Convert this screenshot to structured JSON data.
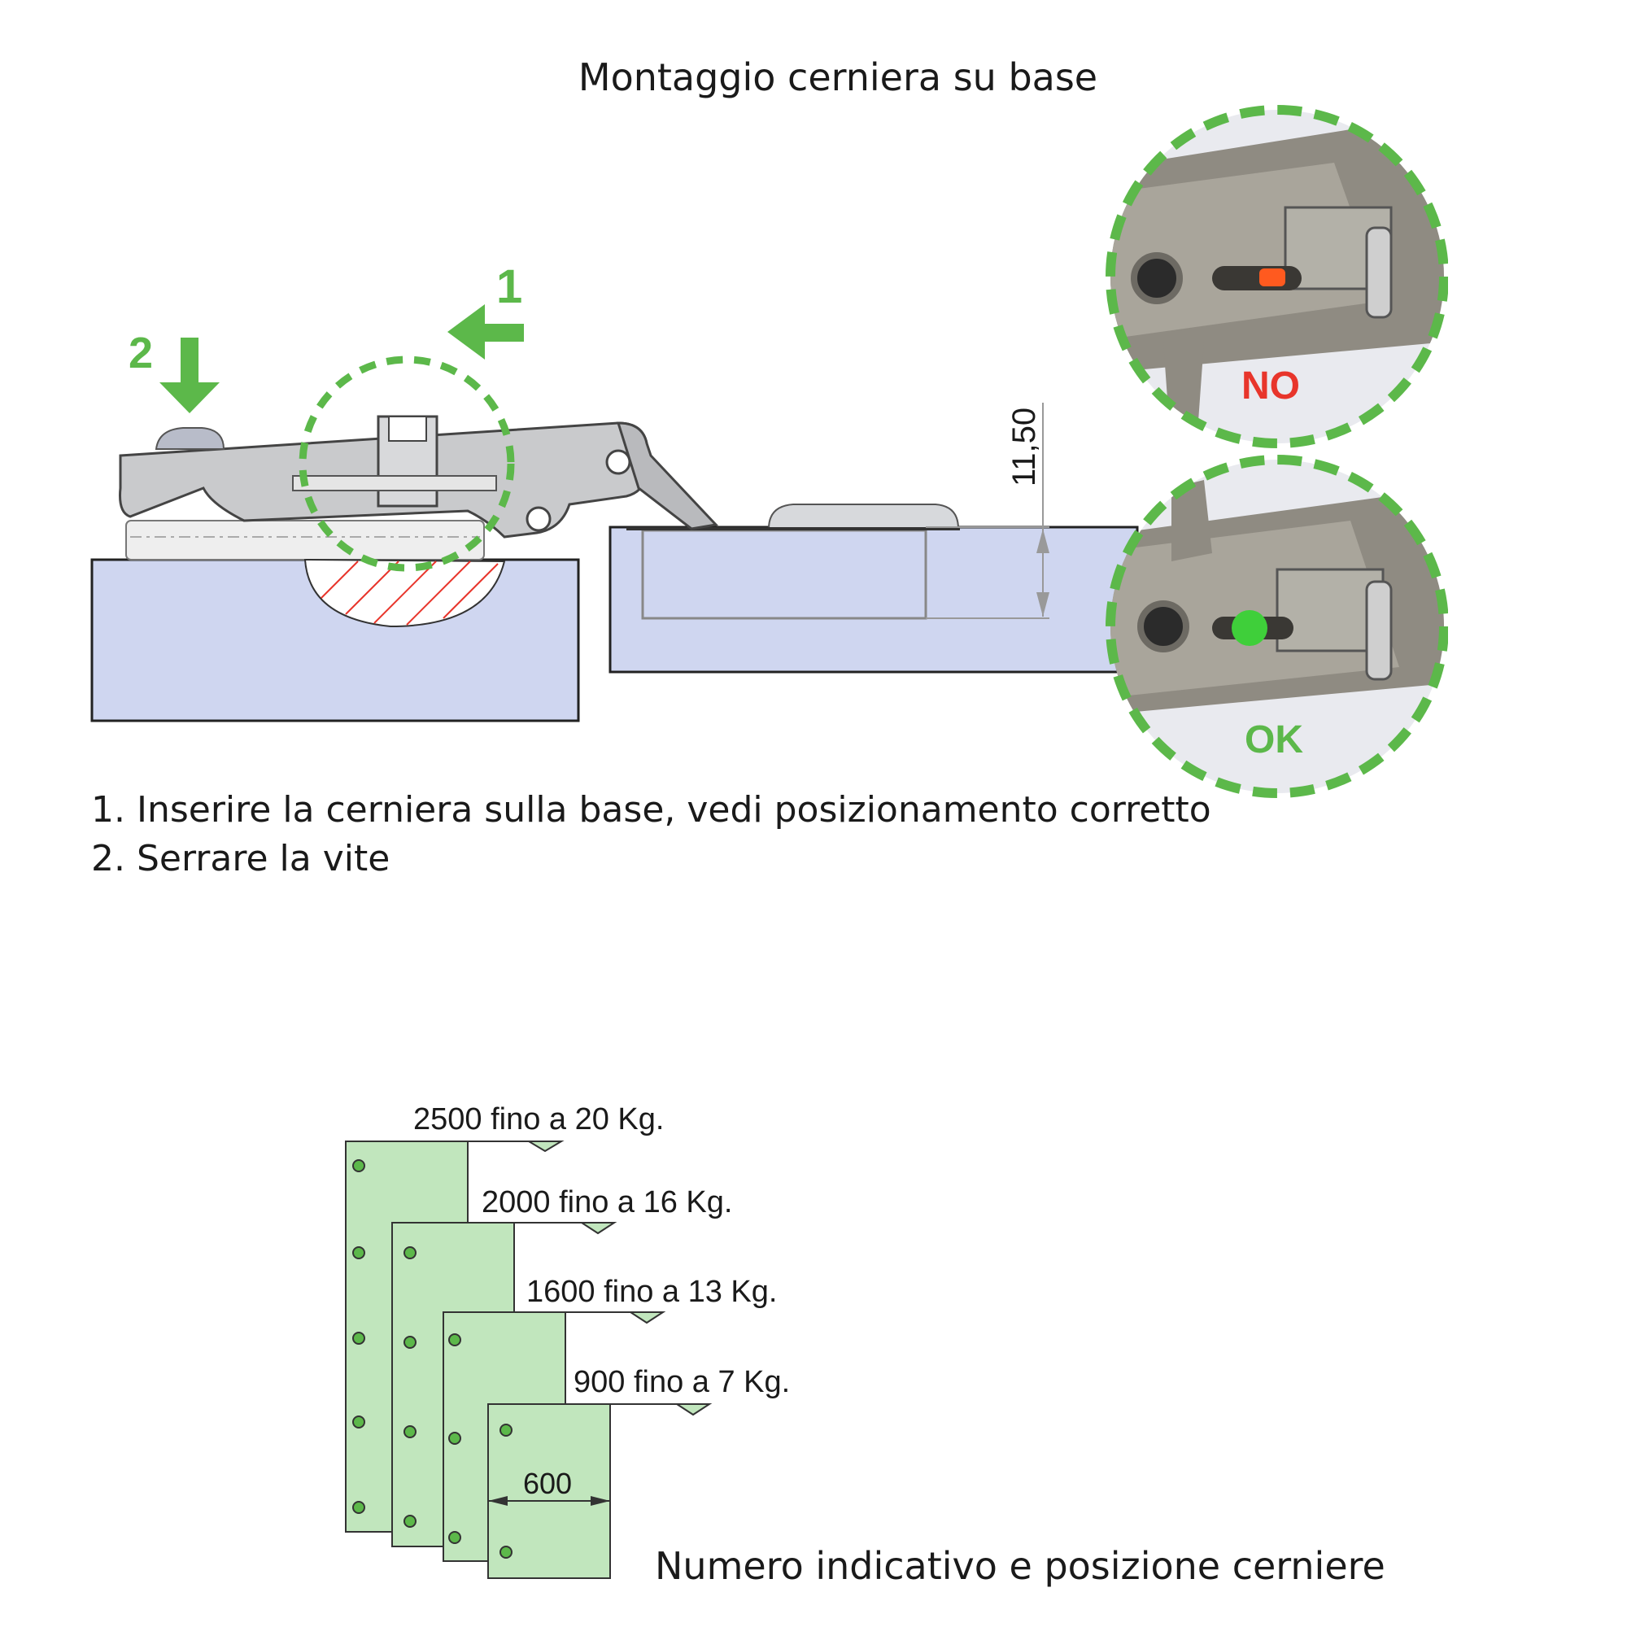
{
  "title": "Montaggio cerniera su base",
  "steps": [
    "1. Inserire la cerniera sulla base, vedi posizionamento corretto",
    "2. Serrare la vite"
  ],
  "arrows": {
    "step1": "1",
    "step2": "2"
  },
  "dimension": "11,50",
  "photos": {
    "wrong_label": "NO",
    "right_label": "OK"
  },
  "door_sizes": [
    {
      "label": "2500 fino a 20 Kg.",
      "hinges": 5
    },
    {
      "label": "2000 fino a 16 Kg.",
      "hinges": 4
    },
    {
      "label": "1600 fino a 13 Kg.",
      "hinges": 3
    },
    {
      "label": "900 fino a 7 Kg.",
      "hinges": 2
    }
  ],
  "width_label": "600",
  "caption": "Numero indicativo e posizione cerniere",
  "colors": {
    "accent_green": "#5cb84a",
    "panel_blue": "#cfd6f0",
    "door_green": "#c1e6bd",
    "no_red": "#e8352b",
    "ok_green": "#5cb84a"
  }
}
